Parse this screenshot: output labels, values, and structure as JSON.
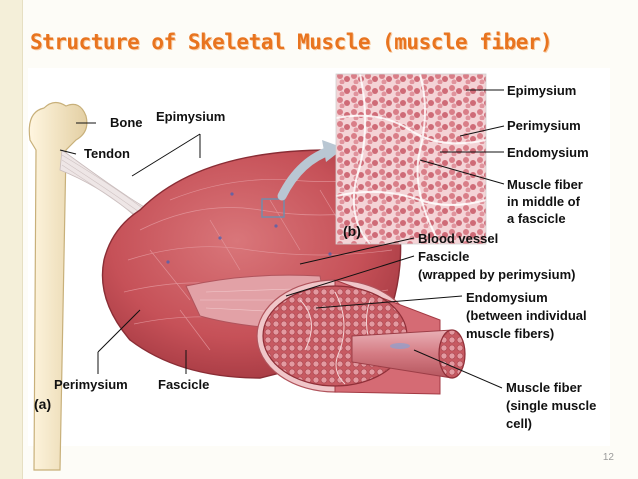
{
  "slide": {
    "title": "Structure of Skeletal Muscle (muscle fiber)",
    "page_number": "12"
  },
  "panel_a": {
    "tag": "(a)",
    "labels": {
      "bone": "Bone",
      "tendon": "Tendon",
      "epimysium": "Epimysium",
      "perimysium": "Perimysium",
      "fascicle": "Fascicle"
    }
  },
  "panel_b": {
    "tag": "(b)",
    "labels": {
      "epimysium": "Epimysium",
      "perimysium": "Perimysium",
      "endomysium": "Endomysium",
      "muscle_fiber_middle": [
        "Muscle fiber",
        "in middle of",
        "a fascicle"
      ]
    }
  },
  "right_labels": {
    "blood_vessel": "Blood vessel",
    "fascicle": "Fascicle",
    "fascicle_note": "(wrapped by perimysium)",
    "endomysium": "Endomysium",
    "endomysium_note": [
      "(between individual",
      "muscle fibers)"
    ],
    "muscle_fiber": "Muscle fiber",
    "muscle_fiber_note": [
      "(single muscle",
      "cell)"
    ]
  },
  "colors": {
    "title": "#e8741f",
    "muscle": "#c9555b",
    "muscle_dark": "#a33a43",
    "tissue_pink": "#e8a3ab",
    "bone": "#f2e4c6"
  }
}
